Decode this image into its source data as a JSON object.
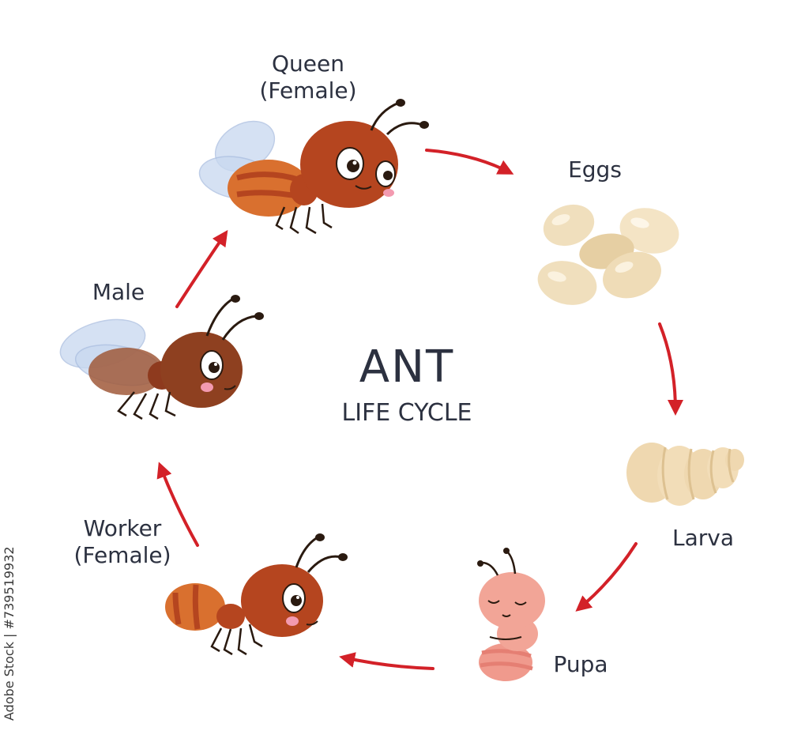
{
  "title": {
    "main": "ANT",
    "sub": "LIFE CYCLE"
  },
  "stages": [
    {
      "id": "queen",
      "lines": [
        "Queen",
        "(Female)"
      ]
    },
    {
      "id": "eggs",
      "lines": [
        "Eggs"
      ]
    },
    {
      "id": "larva",
      "lines": [
        "Larva"
      ]
    },
    {
      "id": "pupa",
      "lines": [
        "Pupa"
      ]
    },
    {
      "id": "worker",
      "lines": [
        "Worker",
        "(Female)"
      ]
    },
    {
      "id": "male",
      "lines": [
        "Male"
      ]
    }
  ],
  "credit": "Adobe Stock | #739519932",
  "colors": {
    "arrow": "#d32128",
    "ant_body": "#b5451f",
    "ant_body_dark": "#8e3a1e",
    "ant_stripe": "#d9702f",
    "wing": "#c8d8ef",
    "egg": "#f0dfbd",
    "larva": "#efd8b0",
    "pupa": "#f09a8d",
    "text": "#2c3140"
  }
}
